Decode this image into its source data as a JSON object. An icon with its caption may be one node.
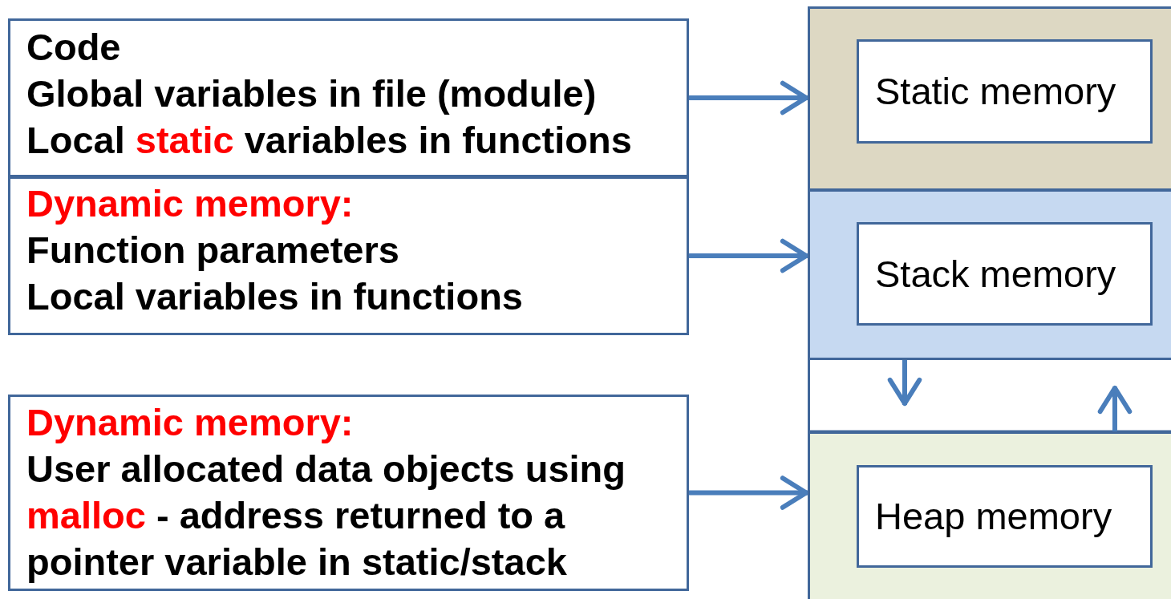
{
  "diagram": {
    "nodes": [
      {
        "text": [
          "Code",
          "Global variables in file (module)",
          "Local **static** variables in functions"
        ]
      },
      {
        "text": [
          "Dynamic memory:",
          "Function parameters",
          "Local variables in functions"
        ]
      },
      {
        "text": [
          "Dynamic memory:",
          "User allocated data objects using **malloc** - address returned to a pointer variable in static/stack"
        ]
      },
      {
        "text": [],
        "shape": "box"
      },
      {
        "text": [
          "Static memory"
        ],
        "in": 3
      },
      {
        "text": [],
        "shape": "box"
      },
      {
        "text": [
          "Stack memory"
        ],
        "in": 5
      },
      {
        "text": [],
        "shape": "box"
      },
      {
        "text": [
          "Heap memory"
        ],
        "in": 7
      }
    ],
    "edges": [
      {
        "from": 0,
        "to": 3,
        "arrow": "to"
      },
      {
        "from": 1,
        "to": 5,
        "arrow": "to"
      },
      {
        "from": 2,
        "to": 7,
        "arrow": "to"
      },
      {
        "from": 5,
        "to": 7,
        "arrow": "to"
      },
      {
        "from": 7,
        "to": 5,
        "arrow": "to"
      }
    ]
  }
}
